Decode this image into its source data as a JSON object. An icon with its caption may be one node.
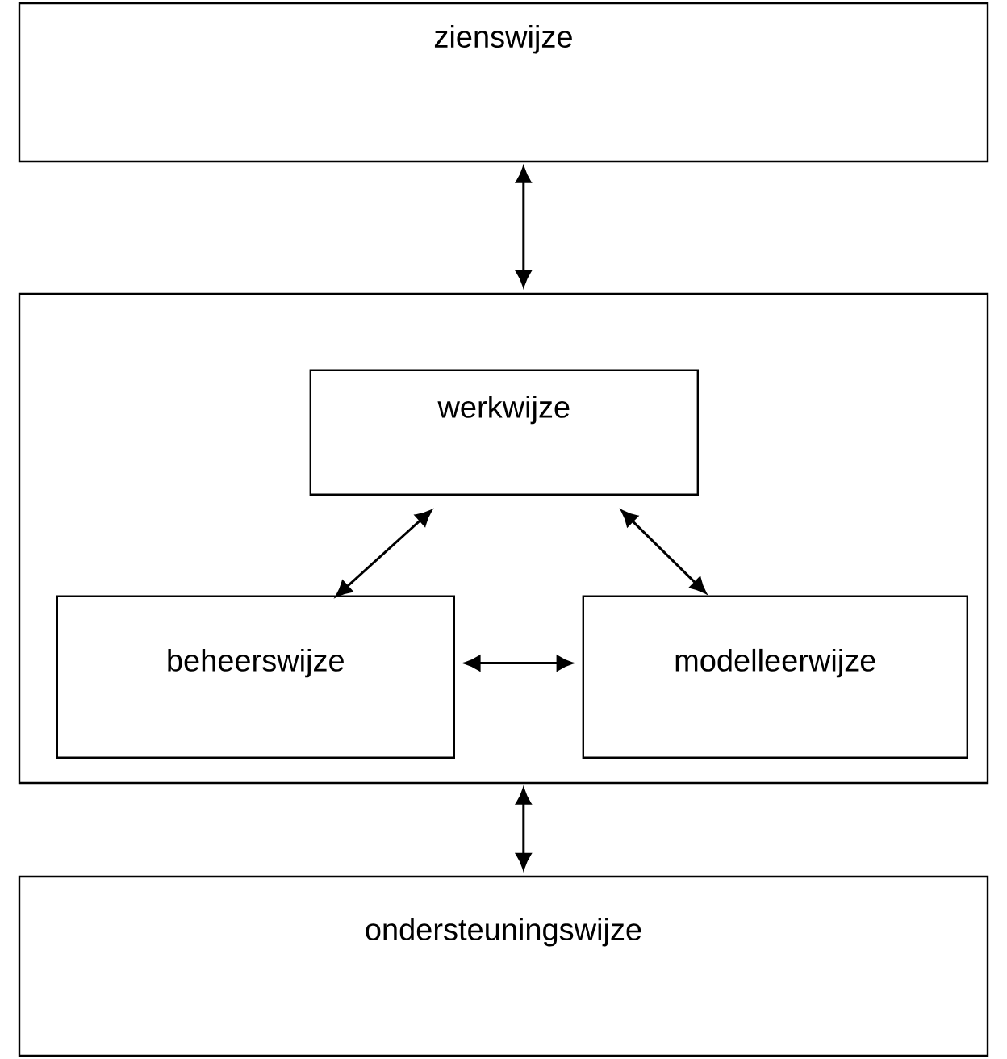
{
  "diagram": {
    "nodes": [
      {
        "text": [
          "zienswijze"
        ]
      },
      {
        "text": [],
        "shape": "box"
      },
      {
        "text": [
          "werkwijze"
        ],
        "in": 1
      },
      {
        "text": [
          "beheerswijze"
        ],
        "in": 1
      },
      {
        "text": [
          "modelleerwijze"
        ],
        "in": 1
      },
      {
        "text": [
          "ondersteuningswijze"
        ]
      }
    ],
    "edges": [
      {
        "from": 0,
        "to": 1,
        "arrow": "both"
      },
      {
        "from": 2,
        "to": 3,
        "arrow": "both"
      },
      {
        "from": 2,
        "to": 4,
        "arrow": "both"
      },
      {
        "from": 3,
        "to": 4,
        "arrow": "both"
      },
      {
        "from": 1,
        "to": 5,
        "arrow": "both"
      }
    ]
  }
}
